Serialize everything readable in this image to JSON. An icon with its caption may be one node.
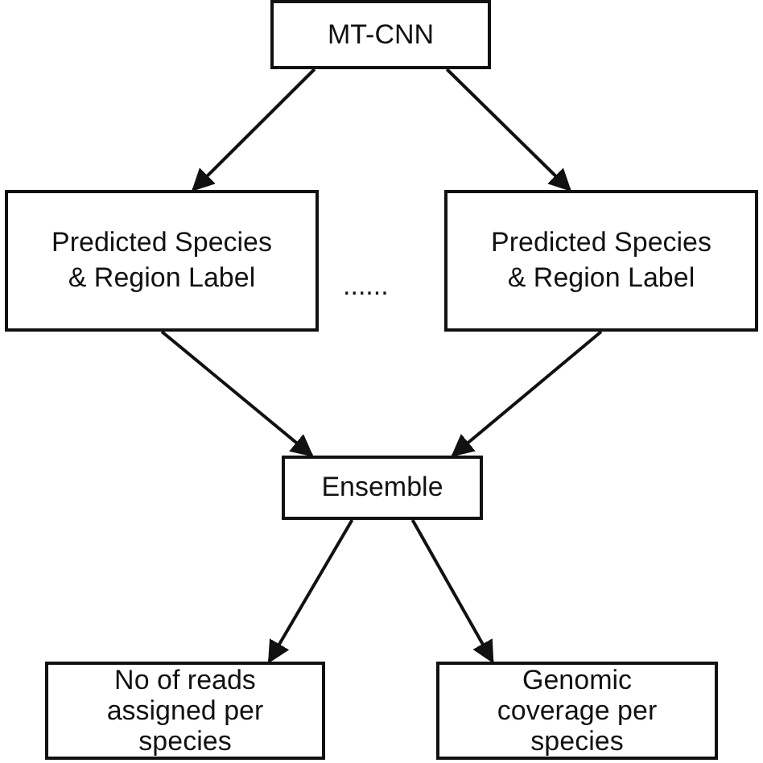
{
  "diagram": {
    "nodes": [
      {
        "text": [
          "MT-CNN"
        ]
      },
      {
        "text": [
          "Predicted Species & Region Label"
        ]
      },
      {
        "text": [
          "Predicted Species & Region Label"
        ]
      },
      {
        "text": [
          "Ensemble"
        ]
      },
      {
        "text": [
          "No of reads assigned per species"
        ]
      },
      {
        "text": [
          "Genomic coverage per species"
        ]
      }
    ],
    "edges": [
      {
        "from": 0,
        "to": 1,
        "arrow": "to"
      },
      {
        "from": 0,
        "to": 2,
        "arrow": "to"
      },
      {
        "from": 1,
        "to": 3,
        "arrow": "to"
      },
      {
        "from": 2,
        "to": 3,
        "arrow": "to"
      },
      {
        "from": 3,
        "to": 4,
        "arrow": "to"
      },
      {
        "from": 3,
        "to": 5,
        "arrow": "to"
      }
    ],
    "labels": [
      "......"
    ]
  }
}
